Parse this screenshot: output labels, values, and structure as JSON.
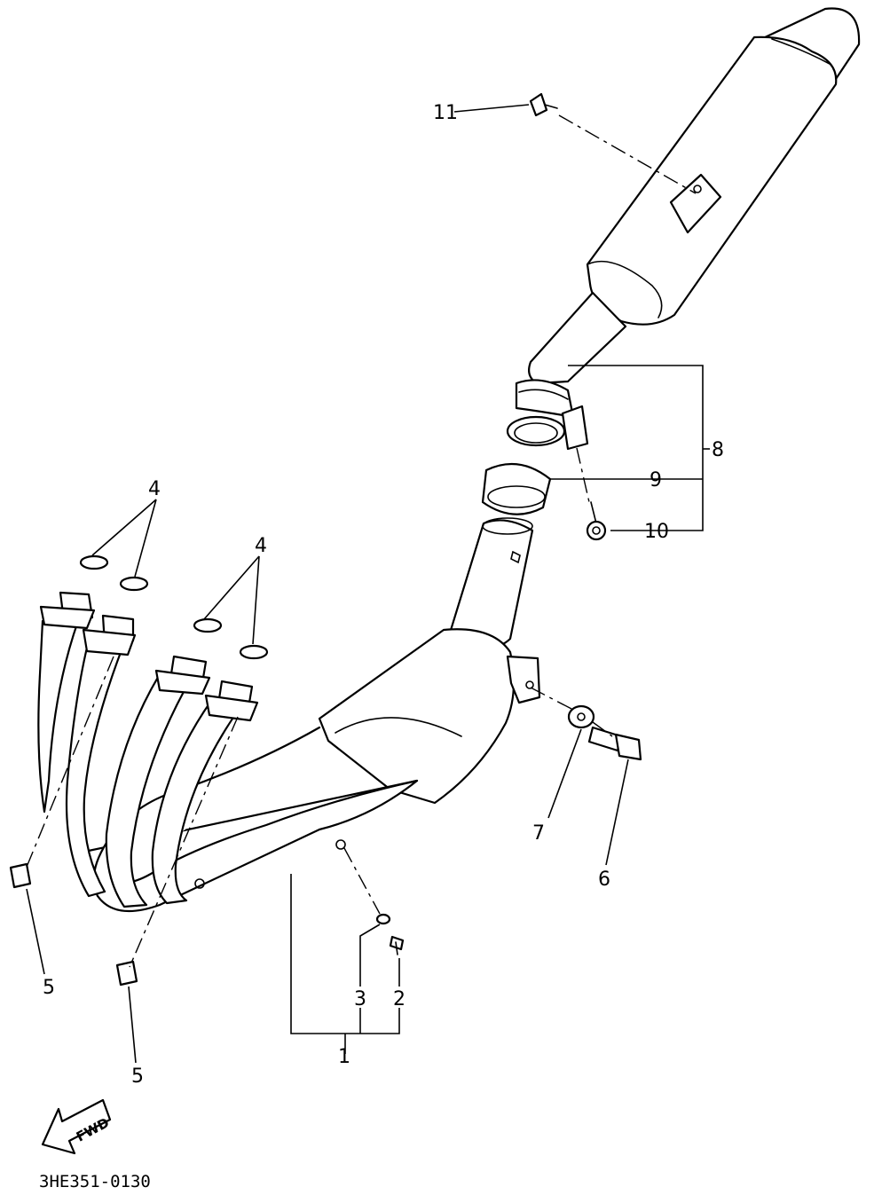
{
  "callouts": {
    "c1": "1",
    "c2": "2",
    "c3": "3",
    "c4a": "4",
    "c4b": "4",
    "c5a": "5",
    "c5b": "5",
    "c6": "6",
    "c7": "7",
    "c8": "8",
    "c9": "9",
    "c10": "10",
    "c11": "11"
  },
  "direction_arrow": {
    "label": "FWD",
    "icon": "forward-arrow-icon"
  },
  "drawing_code": "3HE351-0130"
}
